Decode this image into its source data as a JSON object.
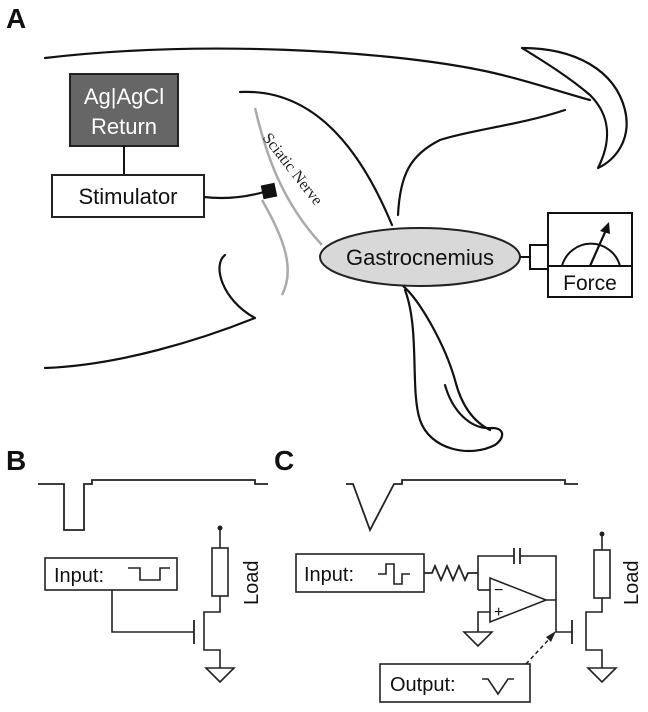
{
  "panels": {
    "a": "A",
    "b": "B",
    "c": "C"
  },
  "panel_a": {
    "return_electrode_line1": "Ag|AgCl",
    "return_electrode_line2": "Return",
    "stimulator": "Stimulator",
    "nerve": "Sciatic Nerve",
    "muscle": "Gastrocnemius",
    "force": "Force"
  },
  "panel_b": {
    "input": "Input:",
    "load": "Load"
  },
  "panel_c": {
    "input": "Input:",
    "output": "Output:",
    "load": "Load"
  },
  "colors": {
    "return_box": "#666666",
    "muscle_fill": "#d8d8d8",
    "nerve": "#aaaaaa"
  }
}
